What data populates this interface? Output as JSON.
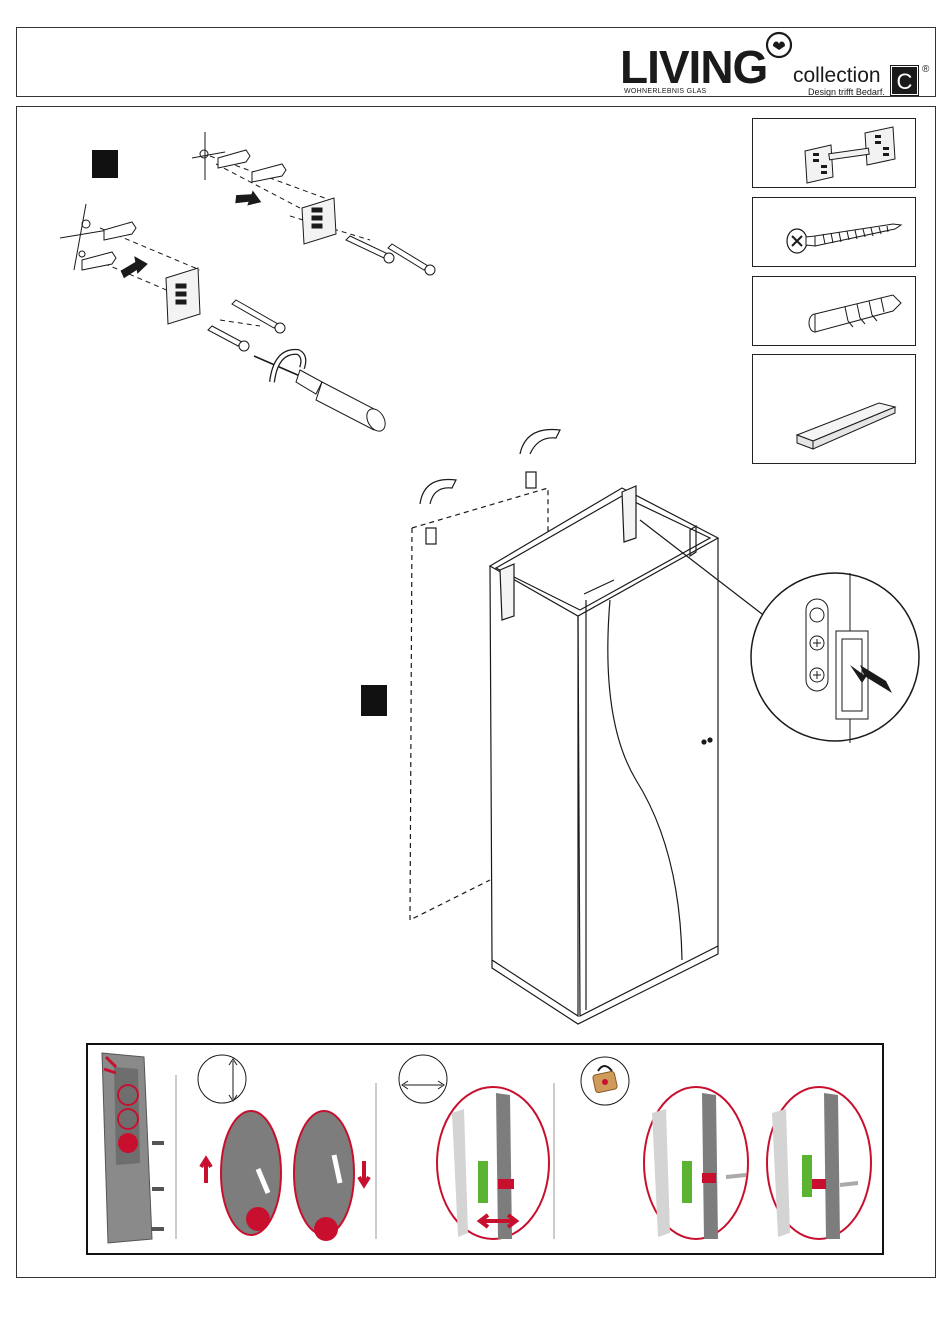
{
  "header": {
    "brand_name": "LIVING",
    "brand_subtitle": "WOHNERLEBNIS GLAS",
    "collection_label": "collection",
    "collection_mark": "C",
    "registered_mark": "®",
    "tagline": "Design trifft Bedarf."
  },
  "parts": [
    {
      "name": "mounting-bracket",
      "icon": "bracket-pair-icon"
    },
    {
      "name": "screw",
      "icon": "screw-icon"
    },
    {
      "name": "wall-plug",
      "icon": "dowel-icon"
    },
    {
      "name": "pad",
      "icon": "felt-pad-icon"
    }
  ],
  "colors": {
    "line": "#1a1a1a",
    "accent": "#c8102e",
    "highlight_green": "#5bb431",
    "steel": "#8a8a8a"
  }
}
